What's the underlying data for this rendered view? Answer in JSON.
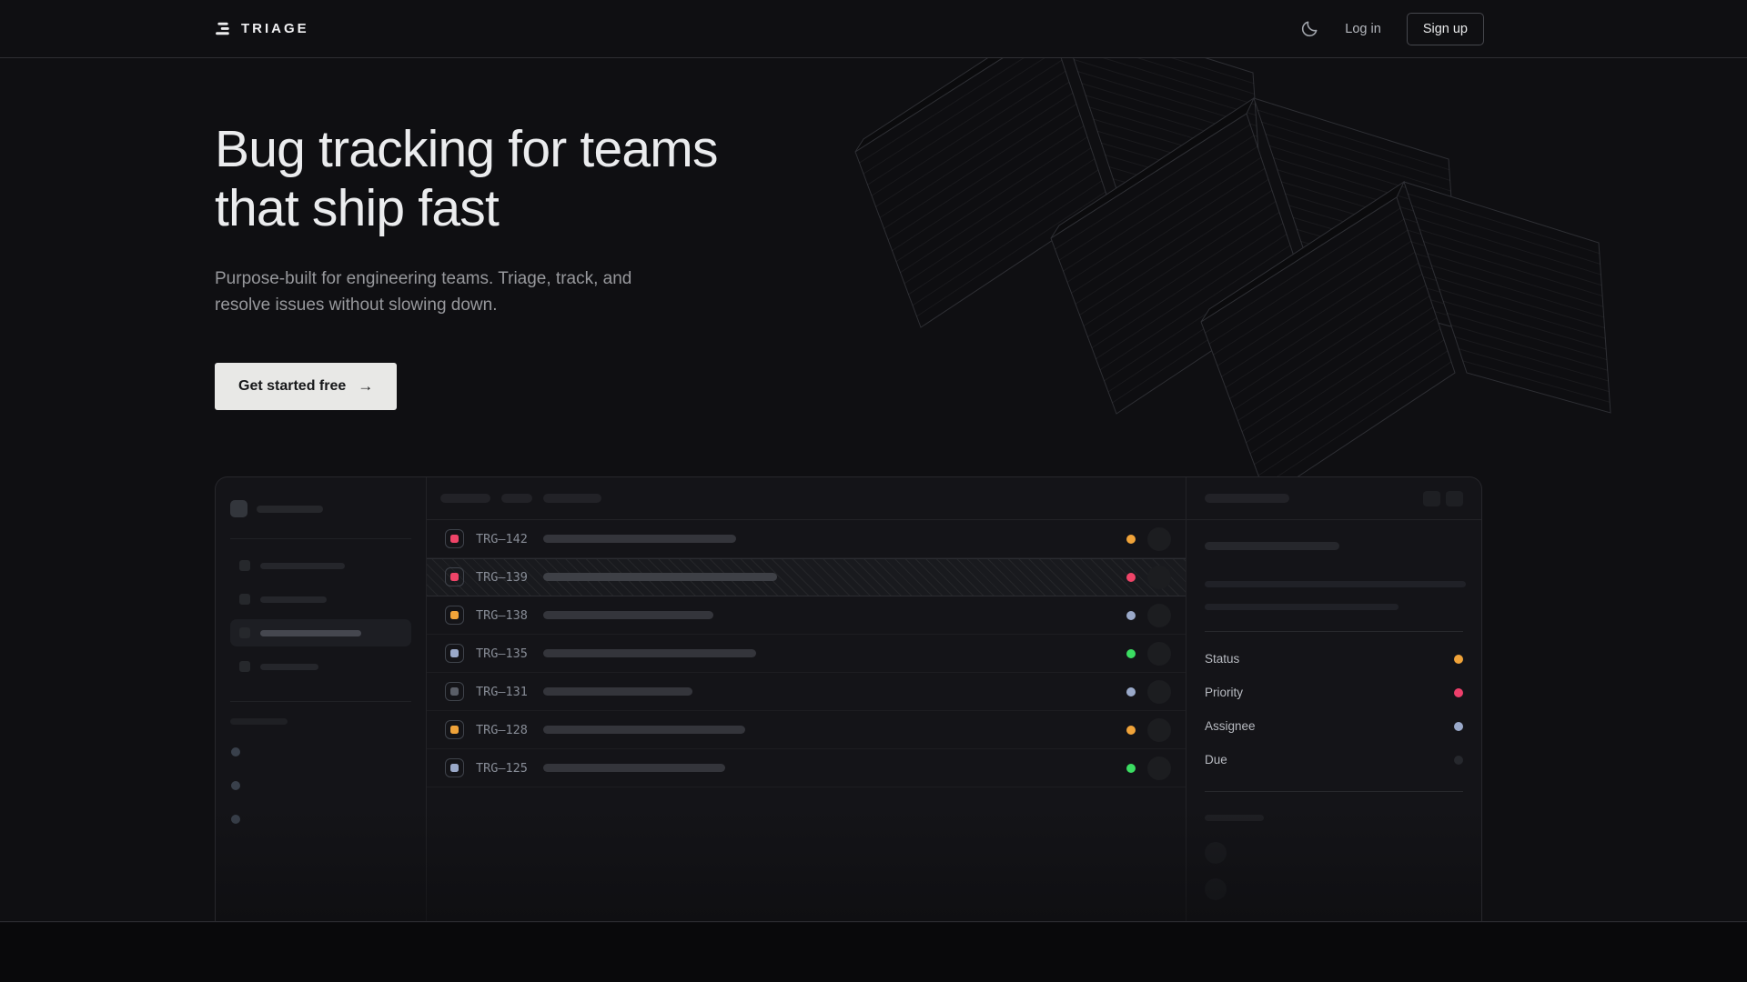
{
  "nav": {
    "brand": "TRIAGE",
    "login_label": "Log in",
    "signup_label": "Sign up"
  },
  "hero": {
    "title_line1": "Bug tracking for teams",
    "title_line2": "that ship fast",
    "subtitle": "Purpose-built for engineering teams. Triage, track, and resolve issues without slowing down.",
    "cta_label": "Get started free",
    "cta_arrow": "→"
  },
  "app_preview": {
    "issues": [
      {
        "id": "TRG–142",
        "type_color": "#ef4468",
        "status_color": "#f0a339",
        "title_bar_width": 212,
        "selected": false
      },
      {
        "id": "TRG–139",
        "type_color": "#ef4468",
        "status_color": "#ef4468",
        "title_bar_width": 257,
        "selected": true
      },
      {
        "id": "TRG–138",
        "type_color": "#f0a339",
        "status_color": "#9aa9c9",
        "title_bar_width": 187,
        "selected": false
      },
      {
        "id": "TRG–135",
        "type_color": "#9aa9c9",
        "status_color": "#3bdd62",
        "title_bar_width": 234,
        "selected": false
      },
      {
        "id": "TRG–131",
        "type_color": "#5a5e67",
        "status_color": "#9aa9c9",
        "title_bar_width": 164,
        "selected": false
      },
      {
        "id": "TRG–128",
        "type_color": "#f0a339",
        "status_color": "#f0a339",
        "title_bar_width": 222,
        "selected": false
      },
      {
        "id": "TRG–125",
        "type_color": "#9aa9c9",
        "status_color": "#3bdd62",
        "title_bar_width": 200,
        "selected": false
      }
    ],
    "details": [
      {
        "label": "Status",
        "dot_color": "#f0a339"
      },
      {
        "label": "Priority",
        "dot_color": "#ee3f6b"
      },
      {
        "label": "Assignee",
        "dot_color": "#9aa9c9"
      },
      {
        "label": "Due",
        "dot_color": "#26282d"
      }
    ]
  },
  "colors": {
    "accent_amber": "#f0a339",
    "accent_pink": "#ee3f6b",
    "accent_green": "#3bdd62",
    "accent_periwinkle": "#9aa9c9"
  }
}
